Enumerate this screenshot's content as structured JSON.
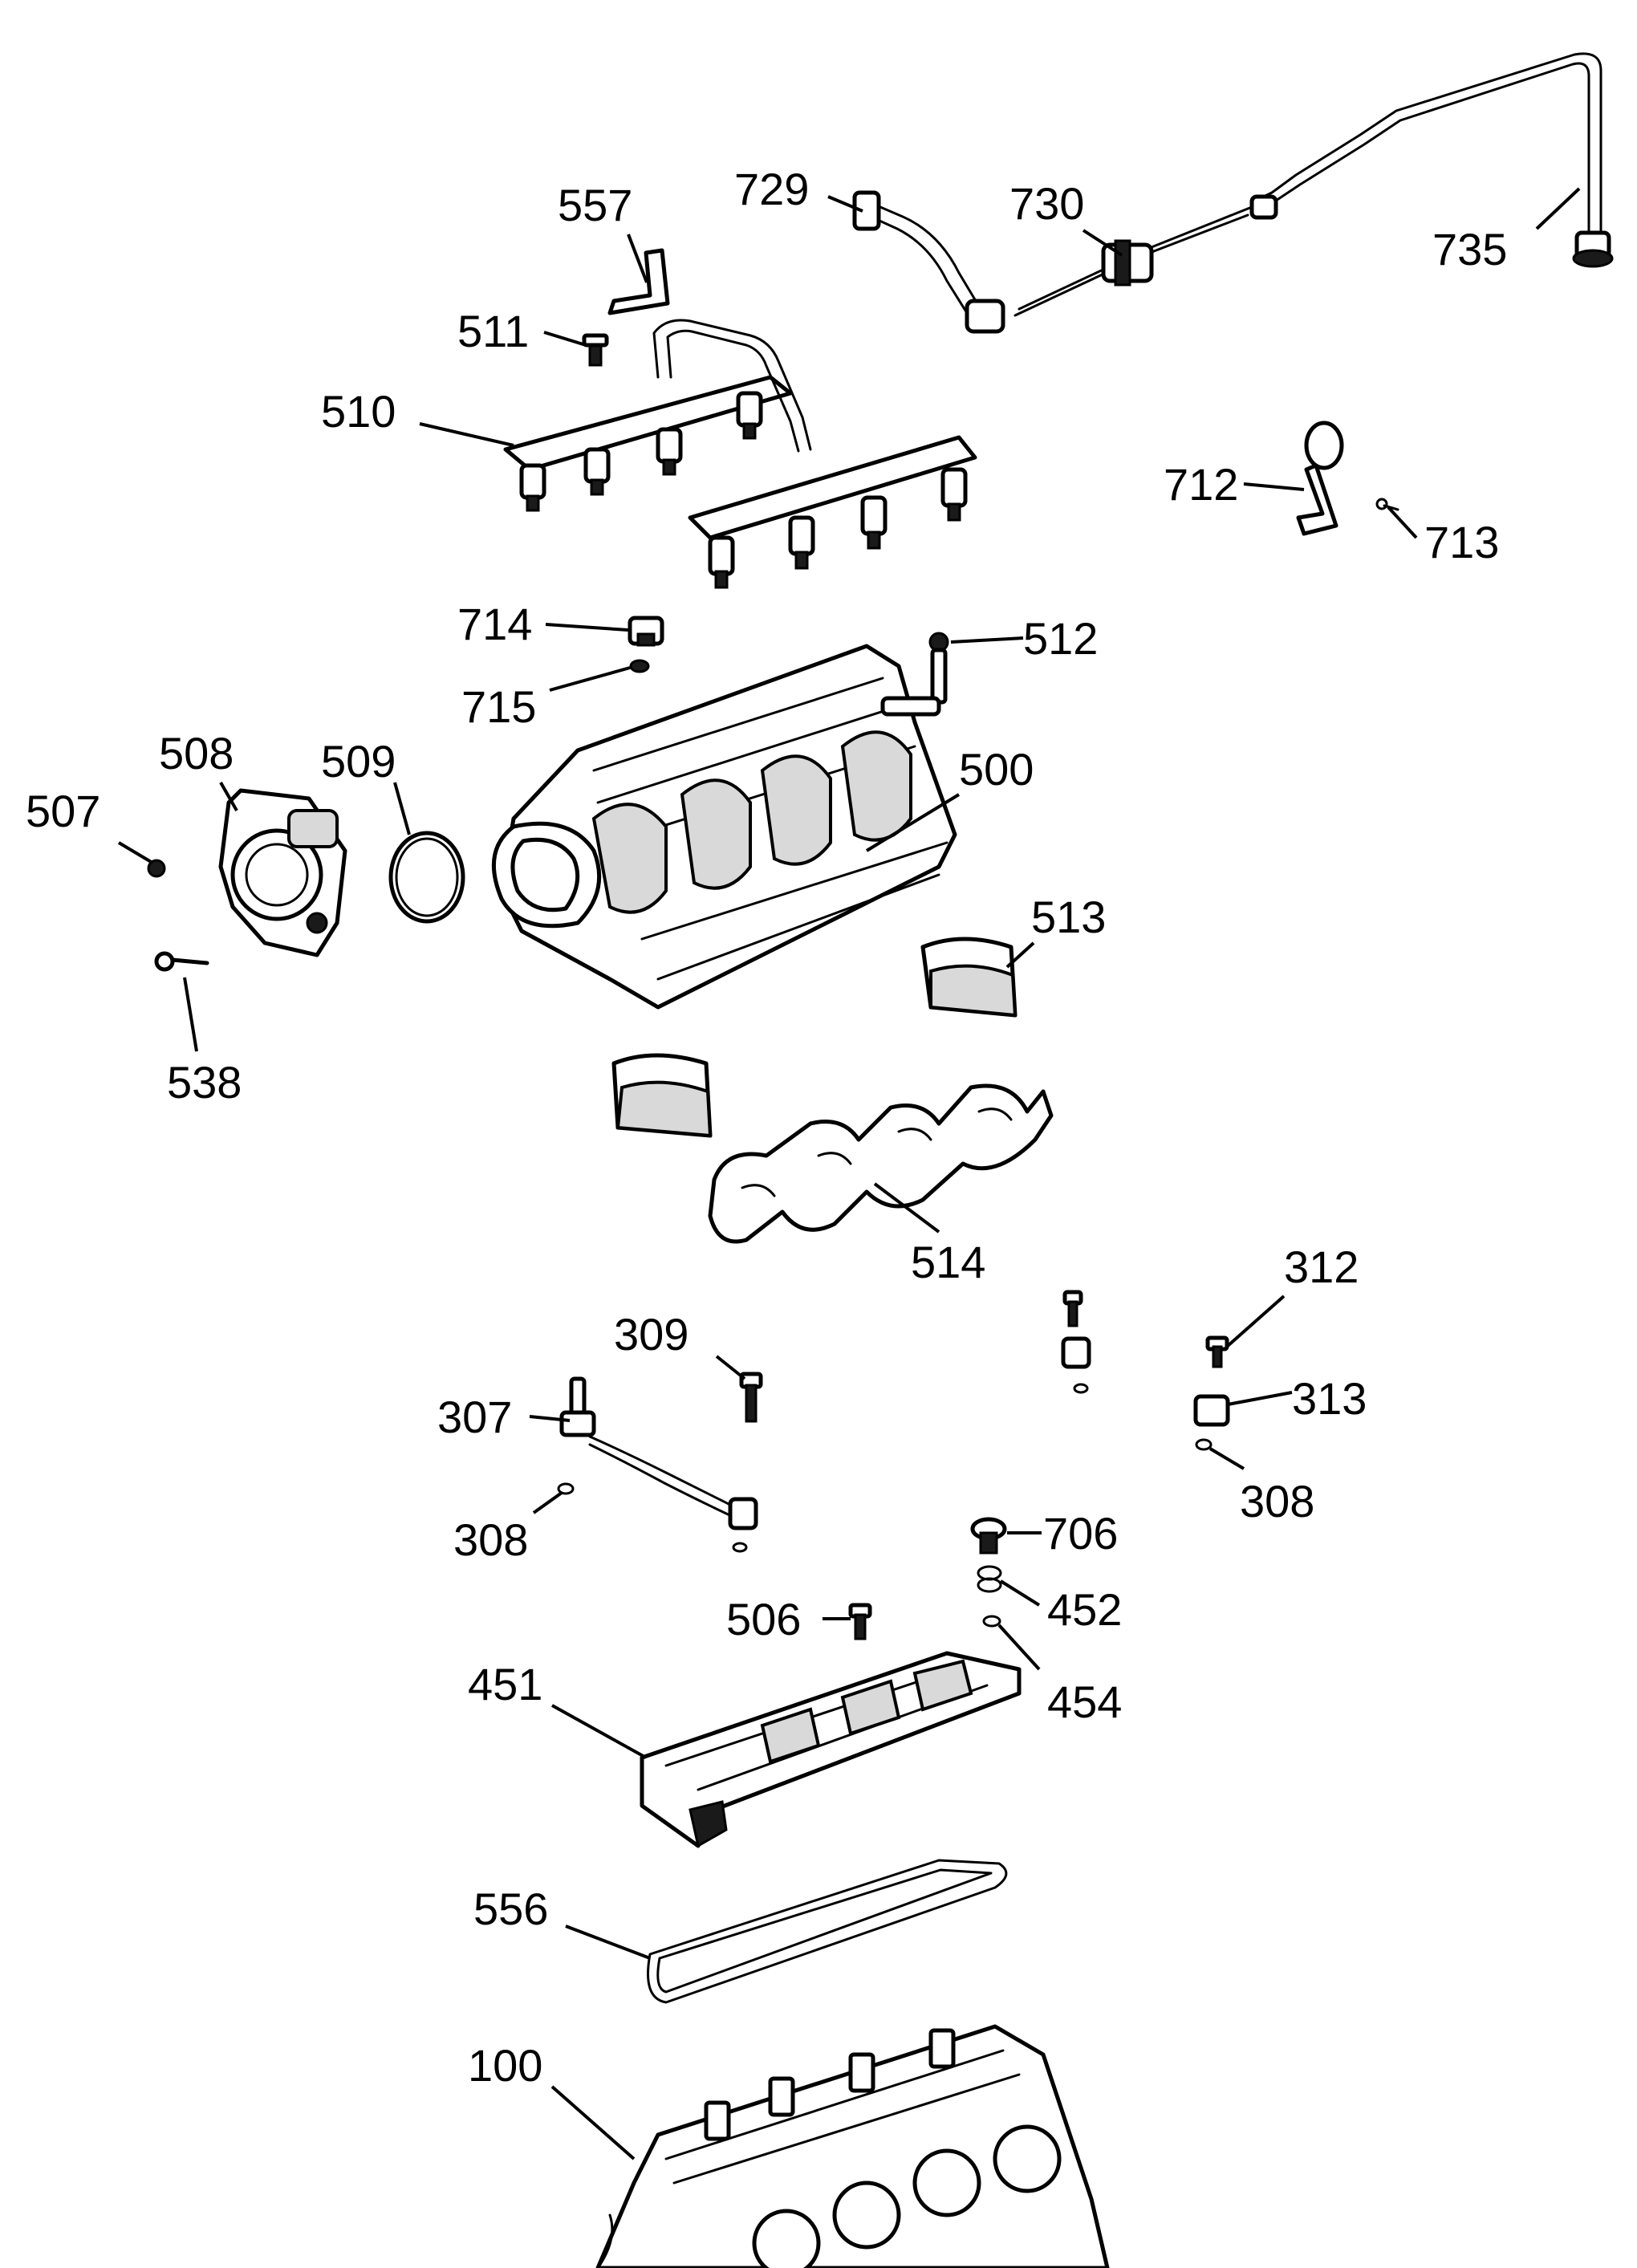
{
  "diagram": {
    "callouts": [
      {
        "id": "c557",
        "text": "557"
      },
      {
        "id": "c729",
        "text": "729"
      },
      {
        "id": "c730",
        "text": "730"
      },
      {
        "id": "c735",
        "text": "735"
      },
      {
        "id": "c511",
        "text": "511"
      },
      {
        "id": "c510",
        "text": "510"
      },
      {
        "id": "c712",
        "text": "712"
      },
      {
        "id": "c713",
        "text": "713"
      },
      {
        "id": "c714",
        "text": "714"
      },
      {
        "id": "c512",
        "text": "512"
      },
      {
        "id": "c715",
        "text": "715"
      },
      {
        "id": "c508",
        "text": "508"
      },
      {
        "id": "c509",
        "text": "509"
      },
      {
        "id": "c500",
        "text": "500"
      },
      {
        "id": "c507",
        "text": "507"
      },
      {
        "id": "c513",
        "text": "513"
      },
      {
        "id": "c538",
        "text": "538"
      },
      {
        "id": "c514",
        "text": "514"
      },
      {
        "id": "c312",
        "text": "312"
      },
      {
        "id": "c309",
        "text": "309"
      },
      {
        "id": "c313",
        "text": "313"
      },
      {
        "id": "c307",
        "text": "307"
      },
      {
        "id": "c308a",
        "text": "308"
      },
      {
        "id": "c308b",
        "text": "308"
      },
      {
        "id": "c706",
        "text": "706"
      },
      {
        "id": "c506",
        "text": "506"
      },
      {
        "id": "c452",
        "text": "452"
      },
      {
        "id": "c451",
        "text": "451"
      },
      {
        "id": "c454",
        "text": "454"
      },
      {
        "id": "c556",
        "text": "556"
      },
      {
        "id": "c100",
        "text": "100"
      }
    ]
  }
}
